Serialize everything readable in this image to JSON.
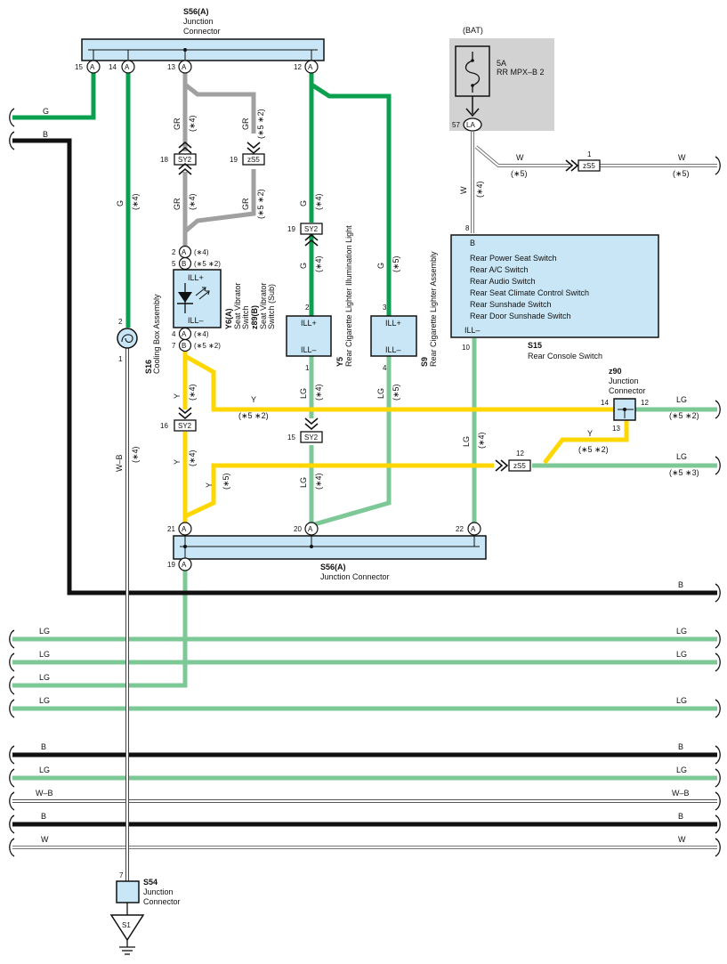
{
  "colors": {
    "G": "#0aa050",
    "LG": "#7cc896",
    "GR": "#a0a0a0",
    "Y": "#ffd700",
    "B": "#111111",
    "WB": "#555555",
    "W": "#9a9a9a",
    "box": "#c8e6f5",
    "bat_bg": "#d2d2d2"
  },
  "connectors": {
    "s56_top": {
      "id": "S56(A)",
      "desc_1": "Junction",
      "desc_2": "Connector",
      "pins": [
        "15",
        "14",
        "13",
        "12"
      ],
      "pin_code": "A"
    },
    "s56_bottom": {
      "id": "S56(A)",
      "desc": "Junction Connector",
      "pins": [
        "21",
        "20",
        "22",
        "19"
      ],
      "pin_code": "A"
    },
    "bat": {
      "label": "(BAT)",
      "fuse_rating": "5A",
      "fuse_name": "RR MPX–B 2",
      "pin": "57",
      "pin_code": "LA"
    },
    "s15": {
      "id": "S15",
      "name": "Rear Console Switch",
      "pin_top": "8",
      "pin_top_code": "B",
      "pin_bottom": "10",
      "pin_bottom_code": "ILL–",
      "functions": [
        "Rear Power Seat Switch",
        "Rear A/C Switch",
        "Rear Audio Switch",
        "Rear Seat Climate Control Switch",
        "Rear Sunshade Switch",
        "Rear Door Sunshade Switch"
      ]
    },
    "s16": {
      "id": "S16",
      "name": "Cooling Box Assembly",
      "pin_top": "2",
      "pin_bottom": "1"
    },
    "y6": {
      "id_1": "Y6(A)",
      "name_1a": "Seat Vibrator",
      "name_1b": "Switch",
      "id_2": "z89(B)",
      "name_2a": "Seat Vibrator",
      "name_2b": "Switch (Sub)",
      "ill_plus": "ILL+",
      "ill_minus": "ILL–",
      "pins": [
        "2",
        "5",
        "4",
        "7"
      ],
      "pin_codes": [
        "A",
        "B",
        "A",
        "B"
      ],
      "pin_notes": [
        "(∗4)",
        "(∗5 ∗2)",
        "(∗4)",
        "(∗5 ∗2)"
      ]
    },
    "y5": {
      "id": "Y5",
      "name": "Rear Cigarette Lighter Illumination Light",
      "ill_plus": "ILL+",
      "ill_minus": "ILL–",
      "pin_top": "2",
      "pin_bottom": "1"
    },
    "s9": {
      "id": "S9",
      "name": "Rear Cigarette Lighter Assembly",
      "ill_plus": "ILL+",
      "ill_minus": "ILL–",
      "pin_top": "3",
      "pin_bottom": "4"
    },
    "z90": {
      "id": "z90",
      "desc_1": "Junction",
      "desc_2": "Connector",
      "pins": [
        "14",
        "12",
        "13"
      ]
    },
    "s54": {
      "id": "S54",
      "desc_1": "Junction",
      "desc_2": "Connector",
      "pin": "7"
    },
    "ground": {
      "label": "S1"
    }
  },
  "inline_connectors": {
    "sy2_a": {
      "label": "SY2",
      "pin": "18"
    },
    "zs5_a": {
      "label": "zS5",
      "pin": "19"
    },
    "sy2_b": {
      "label": "SY2",
      "pin": "19"
    },
    "sy2_c": {
      "label": "SY2",
      "pin": "16"
    },
    "sy2_d": {
      "label": "SY2",
      "pin": "15"
    },
    "zs5_b": {
      "label": "zS5",
      "pin": "12"
    },
    "zs5_c": {
      "label": "zS5",
      "pin": "1"
    }
  },
  "wire_labels": {
    "g_in": "G",
    "b_in": "B",
    "g_s16": "G",
    "g_s16_note": "(∗4)",
    "wb_s16": "W–B",
    "wb_s16_note": "(∗4)",
    "gr_1": "GR",
    "gr_1_note": "(∗4)",
    "gr_2": "GR",
    "gr_2_note": "(∗5 ∗2)",
    "gr_3": "GR",
    "gr_3_note": "(∗4)",
    "gr_4": "GR",
    "gr_4_note": "(∗5 ∗2)",
    "g_y5_1": "G",
    "g_y5_1_note": "(∗4)",
    "g_y5_2": "G",
    "g_y5_2_note": "(∗4)",
    "g_s9": "G",
    "g_s9_note": "(∗5)",
    "w_bat": "W",
    "w_bat_note": "(∗4)",
    "w_zs5": "W",
    "w_zs5_note": "(∗5)",
    "w_out": "W",
    "w_out_note": "(∗5)",
    "y_1": "Y",
    "y_1_note": "(∗4)",
    "y_2": "Y",
    "y_2_note": "(∗5 ∗2)",
    "y_3": "Y",
    "y_3_note": "(∗4)",
    "y_4": "Y",
    "y_4_note": "(∗5)",
    "y_5": "Y",
    "y_5_note": "(∗5 ∗2)",
    "lg_y5_1": "LG",
    "lg_y5_1_note": "(∗4)",
    "lg_y5_2": "LG",
    "lg_y5_2_note": "(∗4)",
    "lg_s9": "LG",
    "lg_s9_note": "(∗5)",
    "lg_s15": "LG",
    "lg_s15_note": "(∗4)",
    "lg_z90": "LG",
    "lg_z90_note": "(∗5 ∗2)",
    "lg_zs5": "LG",
    "lg_zs5_note": "(∗5 ∗3)",
    "b_out": "B"
  },
  "buses": [
    {
      "left": "LG",
      "right": "LG"
    },
    {
      "left": "LG",
      "right": "LG"
    },
    {
      "left": "LG",
      "right": ""
    },
    {
      "left": "LG",
      "right": "LG"
    },
    {
      "left": "B",
      "right": "B"
    },
    {
      "left": "LG",
      "right": "LG"
    },
    {
      "left": "W–B",
      "right": "W–B"
    },
    {
      "left": "B",
      "right": "B"
    },
    {
      "left": "W",
      "right": "W"
    }
  ]
}
